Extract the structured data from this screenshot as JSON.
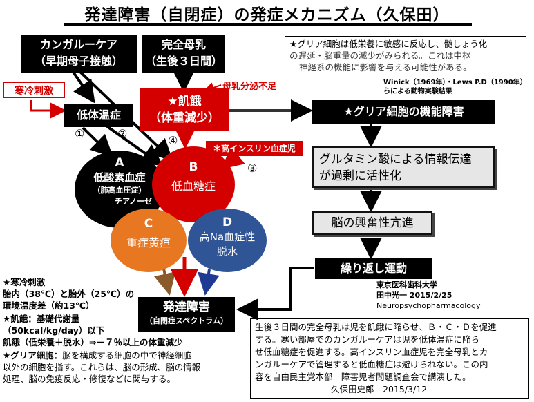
{
  "title": "発達障害（自閉症）の発症メカニズム（久保田）",
  "boxes": {
    "kangaroo": {
      "line1": "カンガルーケア",
      "line2": "（早期母子接触）"
    },
    "breast": {
      "line1": "完全母乳",
      "line2": "（生後３日間）"
    },
    "cold_label": "寒冷刺激",
    "hypothermia": "低体温症",
    "milk_shortage": "母乳分泌不足",
    "starvation": {
      "line1": "★飢餓",
      "line2": "（体重減少）"
    },
    "glia_dysfunction": "★グリア細胞の機能障害",
    "glutamate": {
      "line1": "グルタミン酸による情報伝達",
      "line2": "が過剰に活性化"
    },
    "brain_excitability": "脳の興奮性亢進",
    "repetitive": "繰り返し運動",
    "developmental": {
      "line1": "発達障害",
      "line2": "（自閉症スペクトラム）"
    }
  },
  "hyperinsulin_label": "＊高インスリン血症児",
  "markers": {
    "m1": "①",
    "m2": "②",
    "m3": "③",
    "m4": "④"
  },
  "circles": {
    "a": {
      "letter": "A",
      "line1": "低酸素血症",
      "line2": "（肺高血圧症）",
      "line3": "チアノーゼ"
    },
    "b": {
      "letter": "B",
      "line1": "低血糖症"
    },
    "c": {
      "letter": "C",
      "line1": "重症黄疸"
    },
    "d": {
      "letter": "D",
      "line1": "高Na血症性",
      "line2": "脱水"
    }
  },
  "top_note": {
    "line1": "★グリア細胞は低栄養に敏感に反応し、髄しょう化",
    "line2": "の遅延・脳重量の減少がみられる。これは中枢",
    "line3": "神経系の機能に影響を与える可能性がある。"
  },
  "winick_citation": {
    "line1": "Winick（1969年）・Lews P.D（1990年）",
    "line2": "らによる動物実験結果"
  },
  "tokyo_citation": {
    "line1": "東京医科歯科大学",
    "line2": "田中光一 2015/2/25",
    "line3": "Neuropsychopharmacology"
  },
  "left_notes": {
    "cold_title": "★寒冷刺激",
    "cold_line1": "胎内（38℃）と胎外（25℃）の",
    "cold_line2": "環境温度差（約13℃）",
    "starv_title": "★飢餓：基礎代謝量",
    "starv_line1": "（50kcal/kg/day）以下",
    "starv_line2": "飢餓（低栄養＋脱水）⇒－７％以上の体重減少",
    "glia_title": "★グリア細胞：",
    "glia_line1": "脳を構成する細胞の中で神経細胞",
    "glia_line2": "以外の細胞を指す。これらは、脳の形成、脳の情報",
    "glia_line3": "処理、脳の免疫反応・修復などに関与する。"
  },
  "bottom_note": {
    "line1": "生後３日間の完全母乳は児を飢餓に陥らせ、Ｂ・Ｃ・Ｄを促進",
    "line2": "する。寒い部屋でのカンガルーケアは児を低体温症に陥ら",
    "line3": "せ低血糖症を促進する。高インスリン血症児を完全母乳とカ",
    "line4": "ンガルーケアで管理すると低血糖症は避けられない。この内",
    "line5": "容を自由民主党本部　障害児者問題調査会で講演した。",
    "signature": "久保田史郎　2015/3/12"
  },
  "colors": {
    "red": "#d40000",
    "black": "#000000",
    "orange": "#e87722",
    "blue": "#2f5597",
    "brown": "#8b5a2b",
    "navy": "#1f3a93"
  }
}
